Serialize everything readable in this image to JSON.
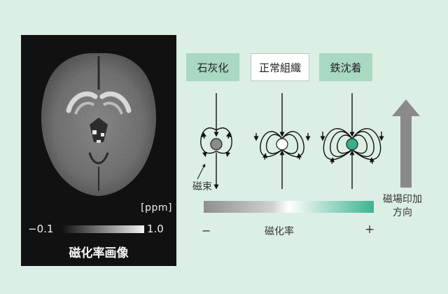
{
  "mri": {
    "unit": "[ppm]",
    "scale_min": "−0.1",
    "scale_max": "1.0",
    "title": "磁化率画像"
  },
  "categories": {
    "calcification": "石灰化",
    "normal": "正常組織",
    "iron": "鉄沈着"
  },
  "labels": {
    "flux": "磁束",
    "field_direction_line1": "磁場印加",
    "field_direction_line2": "方向",
    "susceptibility": "磁化率",
    "minus": "−",
    "plus": "+"
  },
  "colors": {
    "background": "#dcefe5",
    "box_fill": "#a9d8c3",
    "calcification_dot": "#8c8c8c",
    "normal_dot": "#ffffff",
    "iron_dot": "#35b08c",
    "arrow": "#8a8a8a"
  }
}
